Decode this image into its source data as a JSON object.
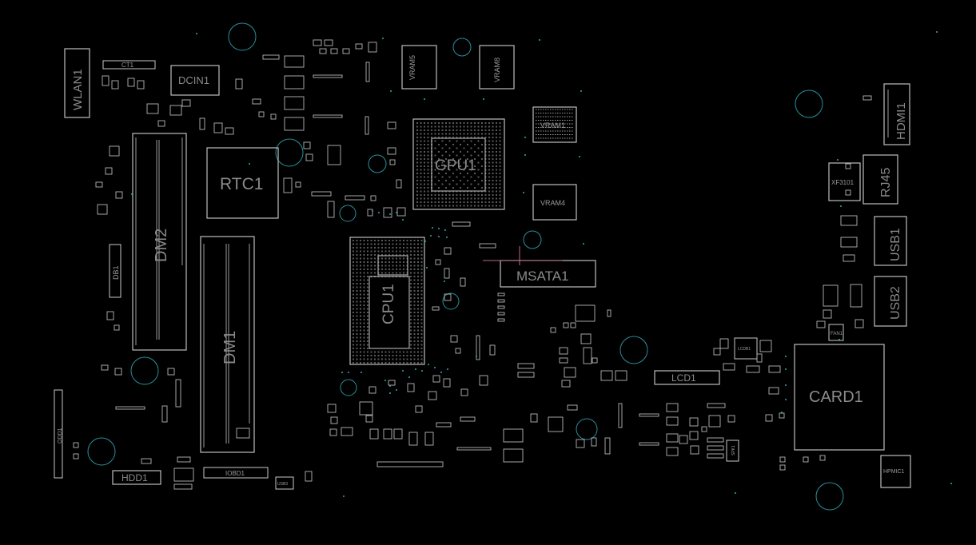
{
  "board": {
    "labels": {
      "wlan1": "WLAN1",
      "ct1": "CT1",
      "dcin1": "DCIN1",
      "rtc1": "RTC1",
      "dm2": "DM2",
      "dm1": "DM1",
      "db1": "DB1",
      "vram5": "VRAM5",
      "vram8": "VRAM8",
      "vram1": "VRAM1",
      "vram4": "VRAM4",
      "gpu": "GPU1",
      "cpu": "CPU1",
      "msata1": "MSATA1",
      "hdmi1": "HDMI1",
      "xf3101": "XF3101",
      "rj45": "RJ45",
      "usb1": "USB1",
      "usb2": "USB2",
      "fan": "FAN1",
      "card1": "CARD1",
      "lcd1": "LCD1",
      "lcdb1": "LCDB1",
      "odd1": "ODD1",
      "hdd1": "HDD1",
      "iobd1": "IOBD1",
      "usb3": "USB3",
      "spk1": "SPK1",
      "hpmic1": "HPMIC1"
    }
  }
}
